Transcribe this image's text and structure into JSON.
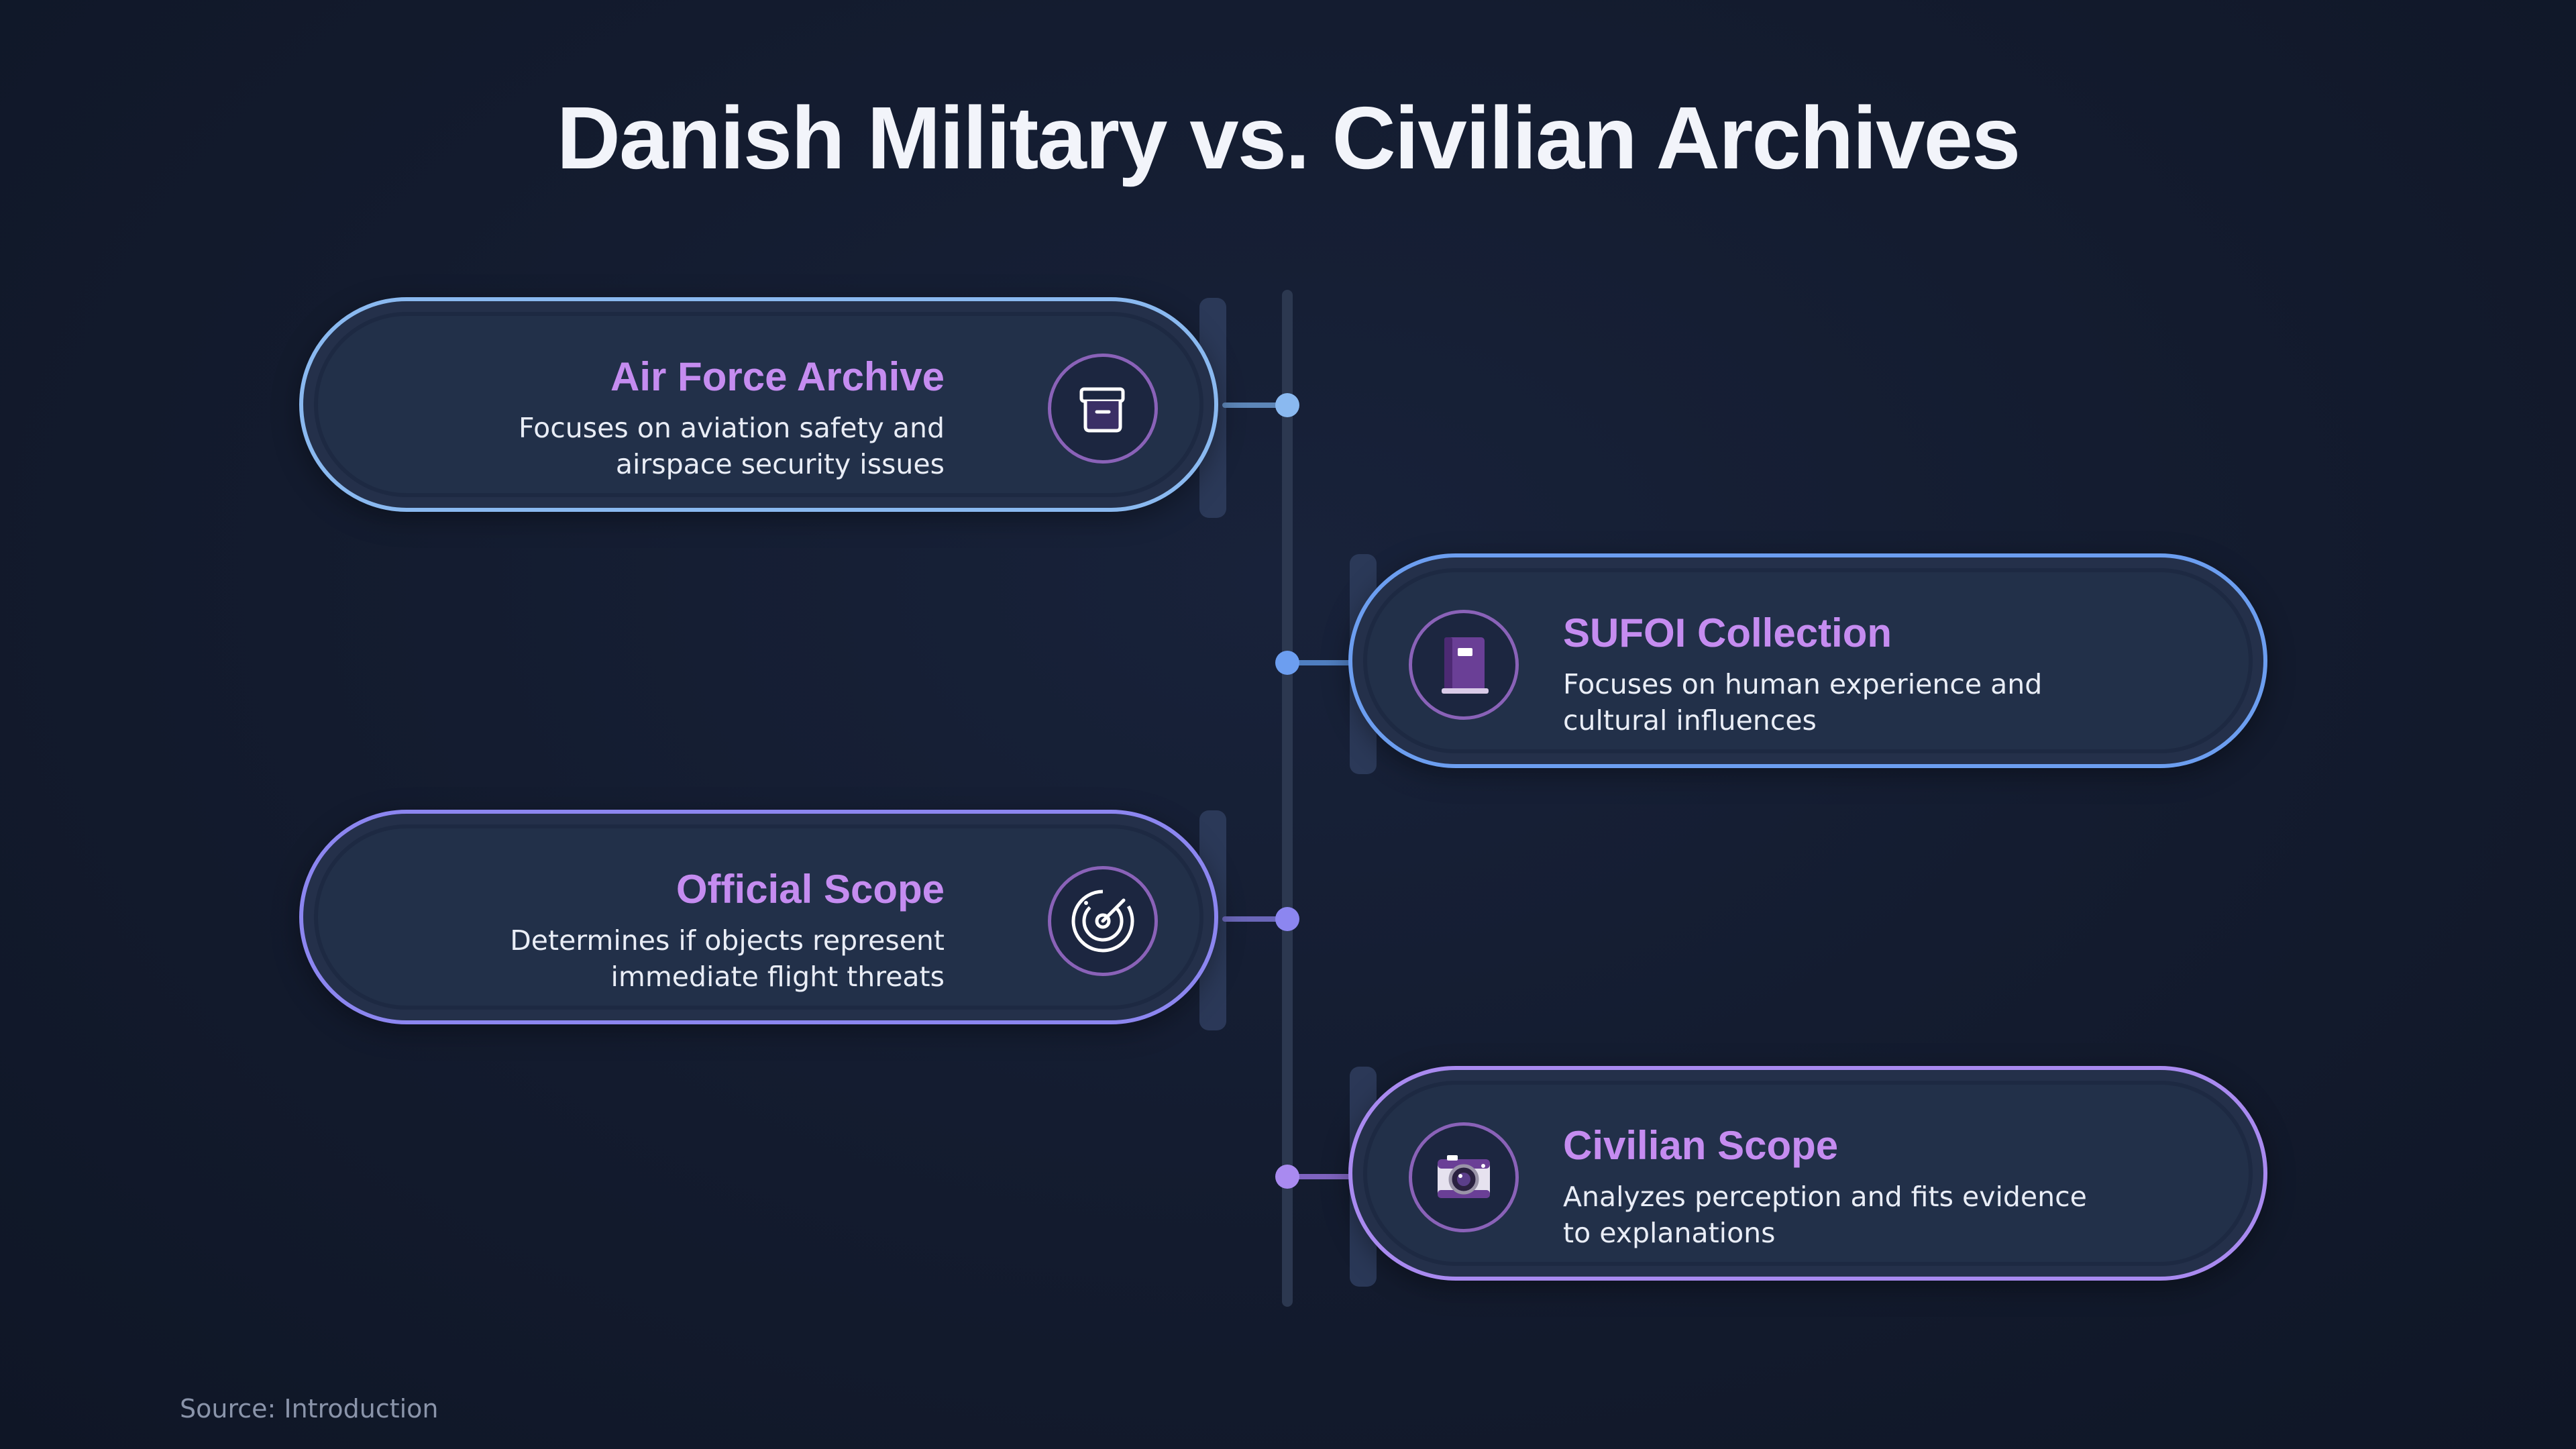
{
  "title": "Danish Military vs. Civilian Archives",
  "source": "Source: Introduction",
  "items": [
    {
      "title": "Air Force Archive",
      "description": "Focuses on aviation safety and airspace security issues",
      "icon": "archive-box-icon",
      "side": "left",
      "color": "#8ab9f0"
    },
    {
      "title": "SUFOI Collection",
      "description": "Focuses on human experience and cultural influences",
      "icon": "book-icon",
      "side": "right",
      "color": "#6c9ef0"
    },
    {
      "title": "Official Scope",
      "description": "Determines if objects represent immediate flight threats",
      "icon": "radar-icon",
      "side": "left",
      "color": "#8c86f0"
    },
    {
      "title": "Civilian Scope",
      "description": "Analyzes perception and fits evidence to explanations",
      "icon": "camera-icon",
      "side": "right",
      "color": "#a98af0"
    }
  ],
  "colors": {
    "title_text": "#f2f4fa",
    "card_title": "#c58cf0",
    "background": "#131b2e"
  }
}
